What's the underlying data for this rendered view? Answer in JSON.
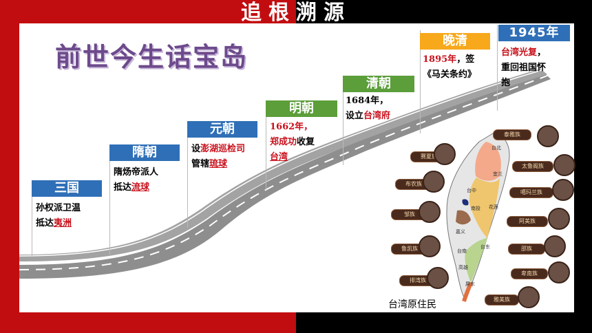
{
  "slide_title": "追根溯源",
  "main_heading": "前世今生话宝岛",
  "map_caption": "台湾原住民",
  "colors": {
    "red_bg": "#c20d10",
    "blue": "#2f6fb7",
    "green": "#5b9e3a",
    "orange": "#f7a81b"
  },
  "timeline": [
    {
      "era": "三国",
      "desc_lines": [
        [
          {
            "t": "孙权派卫温"
          }
        ],
        [
          {
            "t": "抵达"
          },
          {
            "t": "夷洲",
            "hl": true
          }
        ]
      ]
    },
    {
      "era": "隋朝",
      "desc_lines": [
        [
          {
            "t": "隋炀帝派人"
          }
        ],
        [
          {
            "t": "抵达"
          },
          {
            "t": "流球",
            "hl": true
          }
        ]
      ]
    },
    {
      "era": "元朝",
      "desc_lines": [
        [
          {
            "t": "设"
          },
          {
            "t": "澎湖巡检司",
            "red": true
          }
        ],
        [
          {
            "t": "管辖"
          },
          {
            "t": "琉球",
            "hl": true
          }
        ]
      ]
    },
    {
      "era": "明朝",
      "desc_lines": [
        [
          {
            "t": "1662年，",
            "red": true
          }
        ],
        [
          {
            "t": "郑成功",
            "red": true
          },
          {
            "t": "收复"
          }
        ],
        [
          {
            "t": "台湾",
            "hl": true
          }
        ]
      ]
    },
    {
      "era": "清朝",
      "desc_lines": [
        [
          {
            "t": "1684年，"
          }
        ],
        [
          {
            "t": "设立"
          },
          {
            "t": "台湾府",
            "red": true
          }
        ]
      ]
    },
    {
      "era": "晚清",
      "desc_lines": [
        [
          {
            "t": "1895年",
            "red": true
          },
          {
            "t": "，签"
          }
        ],
        [
          {
            "t": "《马关条约》"
          }
        ]
      ]
    },
    {
      "era": "1945年",
      "desc_lines": [
        [
          {
            "t": "台湾光复",
            "red": true
          },
          {
            "t": "，"
          }
        ],
        [
          {
            "t": "重回祖国怀"
          }
        ],
        [
          {
            "t": "抱"
          }
        ]
      ]
    }
  ],
  "map_labels": [
    "台北",
    "台中",
    "嘉义",
    "台南",
    "高雄",
    "花莲",
    "台东",
    "宜兰",
    "南投",
    "屏东"
  ],
  "tribes": [
    "泰雅族",
    "赛夏族",
    "布农族",
    "邹族",
    "鲁凯族",
    "排湾族",
    "雅美族",
    "卑南族",
    "阿美族",
    "邵族",
    "太鲁阁族",
    "噶玛兰族"
  ]
}
